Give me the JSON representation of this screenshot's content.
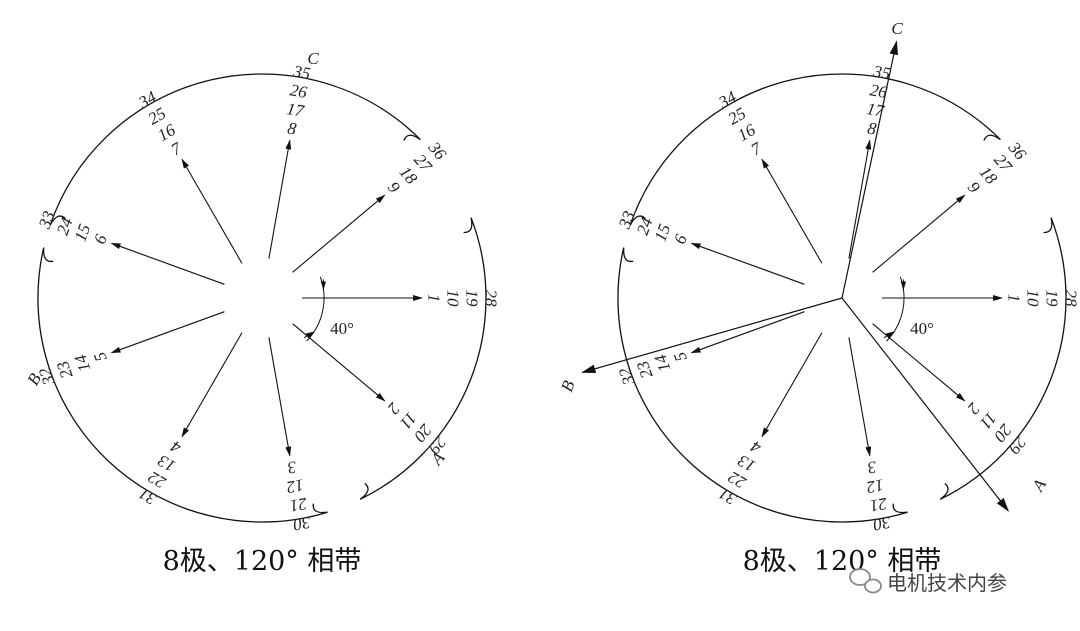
{
  "diagrams": [
    {
      "caption": "8极、120° 相带",
      "angle_label": "40°",
      "arc_labels": [
        "C",
        "B",
        "A"
      ],
      "spokes": [
        [
          "1",
          "10",
          "19",
          "28"
        ],
        [
          "9",
          "18",
          "27",
          "36"
        ],
        [
          "8",
          "17",
          "26",
          "35"
        ],
        [
          "7",
          "16",
          "25",
          "34"
        ],
        [
          "6",
          "15",
          "24",
          "33"
        ],
        [
          "5",
          "14",
          "23",
          "32"
        ],
        [
          "4",
          "13",
          "22",
          "31"
        ],
        [
          "3",
          "12",
          "21",
          "30"
        ],
        [
          "2",
          "11",
          "20",
          "29"
        ]
      ]
    },
    {
      "caption": "8极、120° 相带",
      "angle_label": "40°",
      "phase_labels": [
        "C",
        "B",
        "A"
      ],
      "spokes": [
        [
          "1",
          "10",
          "19",
          "28"
        ],
        [
          "9",
          "18",
          "27",
          "36"
        ],
        [
          "8",
          "17",
          "26",
          "35"
        ],
        [
          "7",
          "16",
          "25",
          "34"
        ],
        [
          "6",
          "15",
          "24",
          "33"
        ],
        [
          "5",
          "14",
          "23",
          "32"
        ],
        [
          "4",
          "13",
          "22",
          "31"
        ],
        [
          "3",
          "12",
          "21",
          "30"
        ],
        [
          "2",
          "11",
          "20",
          "29"
        ]
      ]
    }
  ],
  "watermark": "电机技术内参",
  "watermark_icon": "wechat-icon"
}
